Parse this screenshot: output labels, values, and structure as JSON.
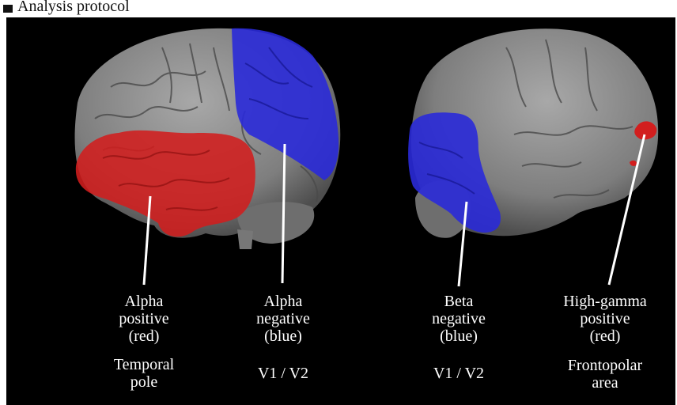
{
  "header_partial": "Analysis protocol",
  "annotations": [
    {
      "id": "alpha-pos",
      "label": "Alpha\npositive\n(red)",
      "region": "Temporal\npole",
      "color": "#d21e1e"
    },
    {
      "id": "alpha-neg",
      "label": "Alpha\nnegative\n(blue)",
      "region": "V1 / V2",
      "color": "#2a2ad8"
    },
    {
      "id": "beta-neg",
      "label": "Beta\nnegative\n(blue)",
      "region": "V1 / V2",
      "color": "#2a2ad8"
    },
    {
      "id": "hg-pos",
      "label": "High-gamma\npositive\n(red)",
      "region": "Frontopolar\narea",
      "color": "#d21e1e"
    }
  ],
  "colors": {
    "background": "#000000",
    "cortex": "#8c8c8c",
    "cortex_dark": "#5a5a5a",
    "red": "#d21e1e",
    "blue": "#2a2ad8",
    "pointer": "#ffffff"
  }
}
